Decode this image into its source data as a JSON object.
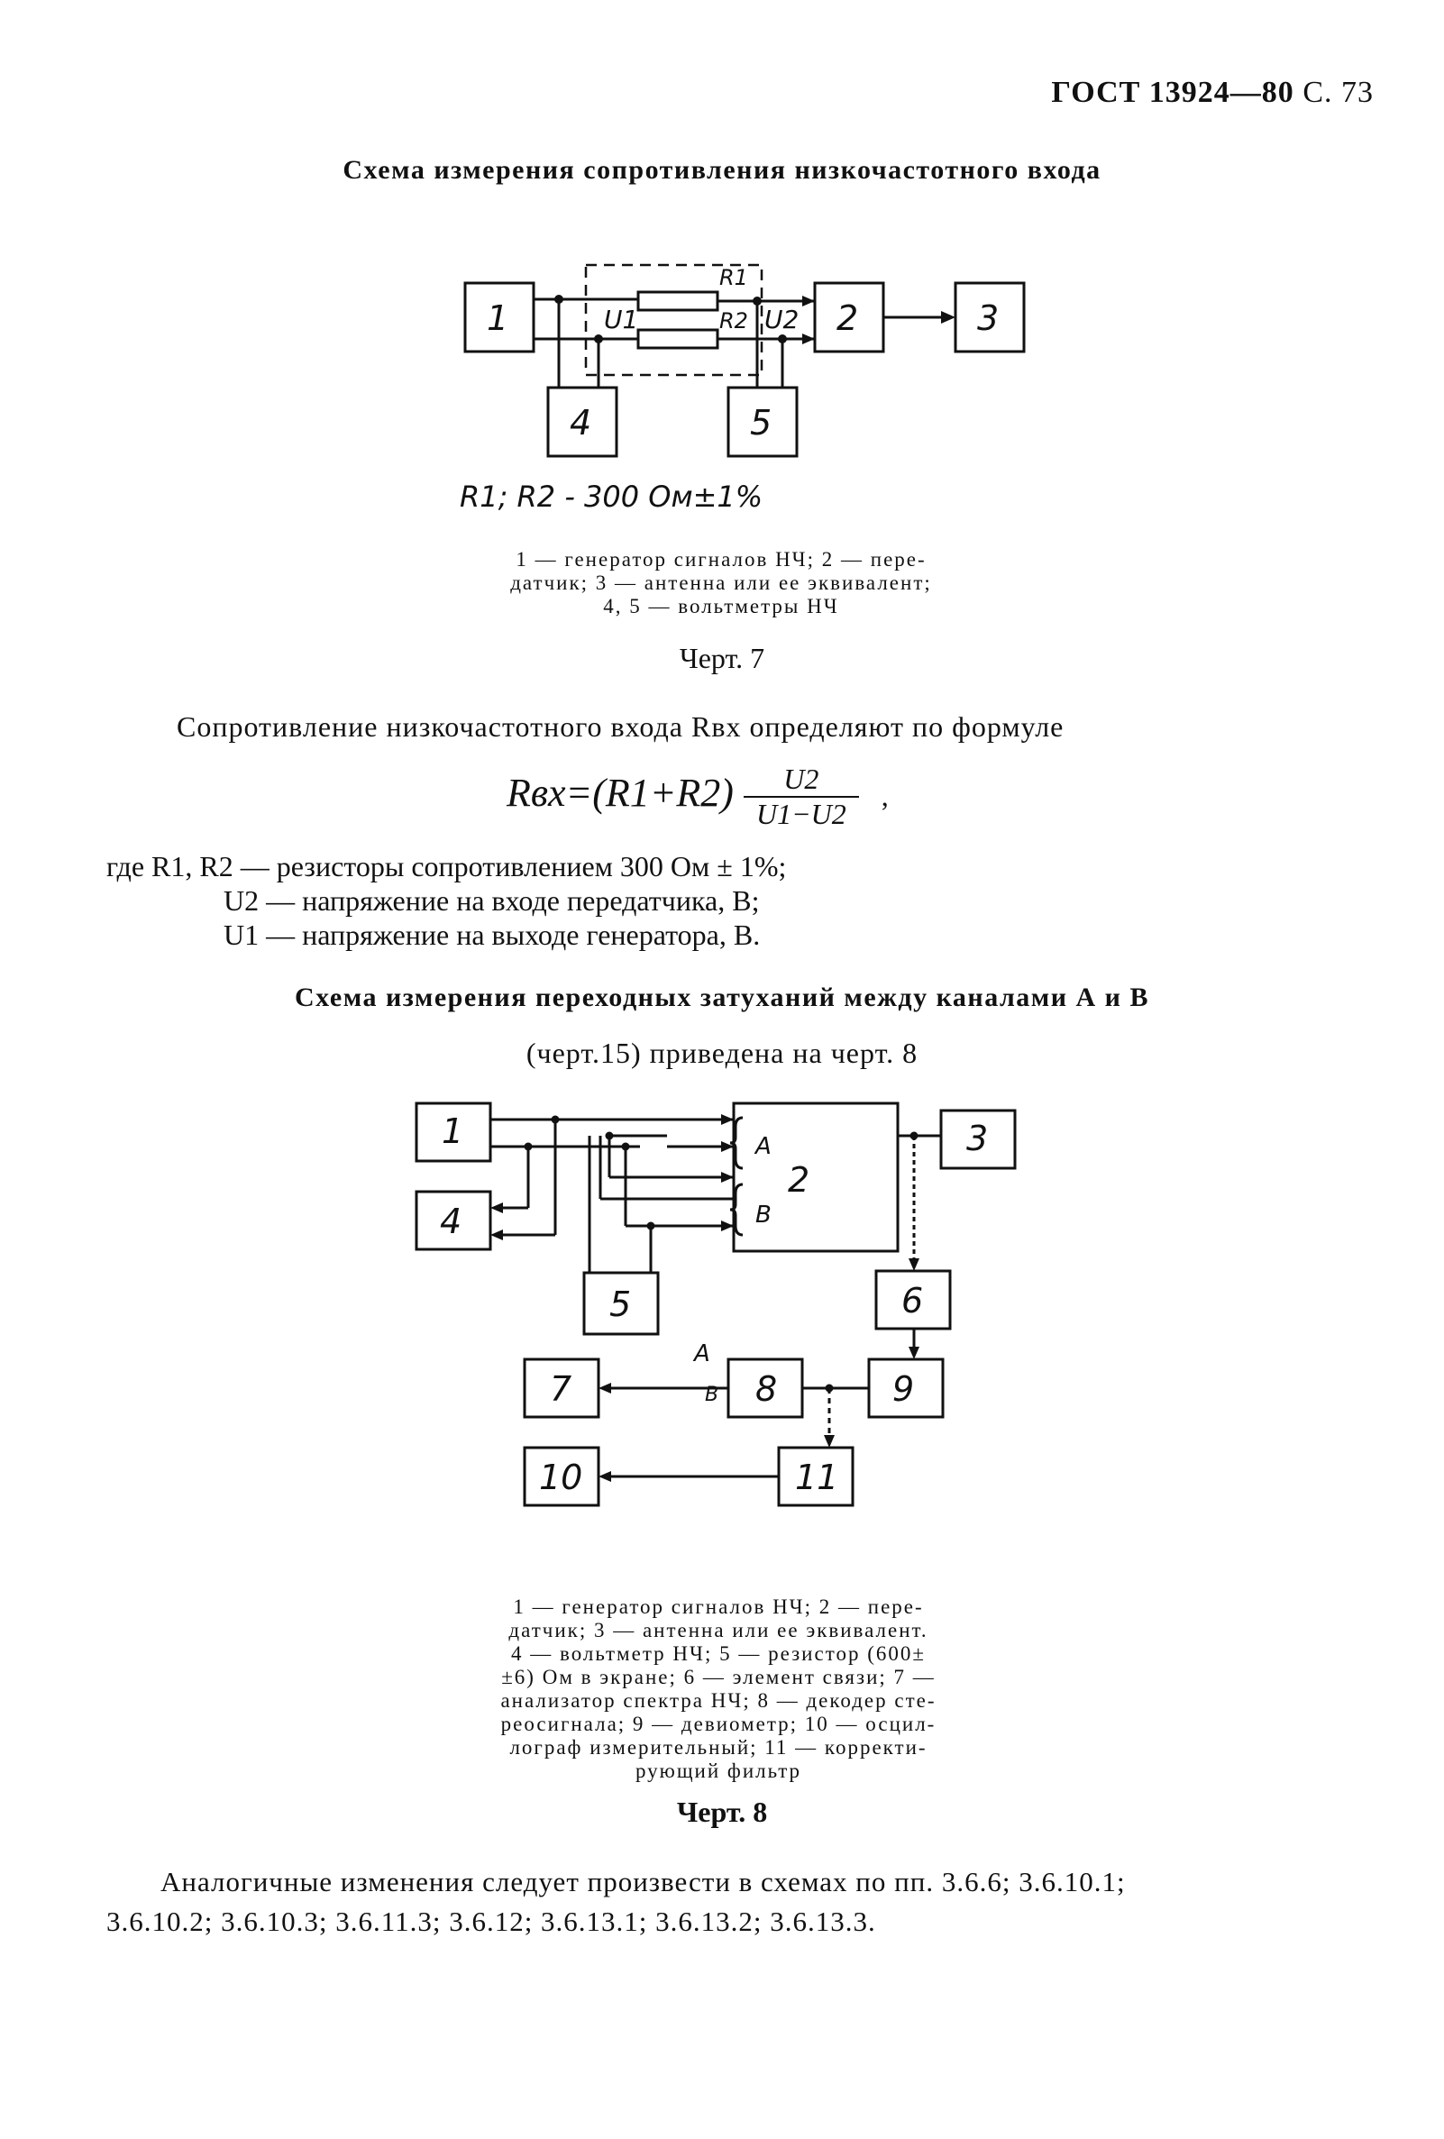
{
  "header": {
    "standard": "ГОСТ 13924—80",
    "page": "С. 73"
  },
  "section1": {
    "heading": "Схема измерения сопротивления низкочастотного входа",
    "diagram": {
      "blocks": [
        "1",
        "2",
        "3",
        "4",
        "5"
      ],
      "labels": {
        "r1": "R1",
        "r2": "R2",
        "u1": "U1",
        "u2": "U2"
      },
      "resistor_note": "R1; R2 - 300 Ом±1%"
    },
    "caption": {
      "line1": "1 — генератор сигналов НЧ; 2 — пере-",
      "line2": "датчик; 3 — антенна или ее эквивалент;",
      "line3": "4, 5 — вольтметры НЧ"
    },
    "chert": "Черт. 7"
  },
  "formula_block": {
    "intro": "Сопротивление низкочастотного входа Rвх определяют по формуле",
    "lhs": "Rвх=(R1+R2)",
    "numerator": "U2",
    "denominator": "U1−U2",
    "tail": ",",
    "defs": [
      "где R1, R2 — резисторы сопротивлением 300 Ом ± 1%;",
      "U2 — напряжение на входе передатчика, В;",
      "U1 — напряжение на выходе генератора, В."
    ]
  },
  "section2": {
    "heading": "Схема измерения переходных затуханий между каналами А и В",
    "subheading": "(черт.15) приведена на черт. 8",
    "diagram": {
      "blocks": [
        "1",
        "2",
        "3",
        "4",
        "5",
        "6",
        "7",
        "8",
        "9",
        "10",
        "11"
      ],
      "labels": {
        "a": "A",
        "b": "B",
        "sw_a": "A",
        "sw_b": "B"
      }
    },
    "caption": [
      "1 — генератор сигналов НЧ; 2 — пере-",
      "датчик; 3 — антенна или ее эквивалент.",
      "4 — вольтметр НЧ; 5 — резистор (600±",
      "±6) Ом в экране; 6 — элемент связи; 7 —",
      "анализатор спектра НЧ; 8 — декодер сте-",
      "реосигнала; 9 — девиометр; 10 — осцил-",
      "лограф измерительный; 11 — корректи-",
      "рующий фильтр"
    ],
    "chert": "Черт. 8"
  },
  "closing": {
    "line1": "Аналогичные изменения следует произвести в схемах по пп. 3.6.6; 3.6.10.1;",
    "line2": "3.6.10.2; 3.6.10.3; 3.6.11.3; 3.6.12; 3.6.13.1; 3.6.13.2; 3.6.13.3."
  }
}
